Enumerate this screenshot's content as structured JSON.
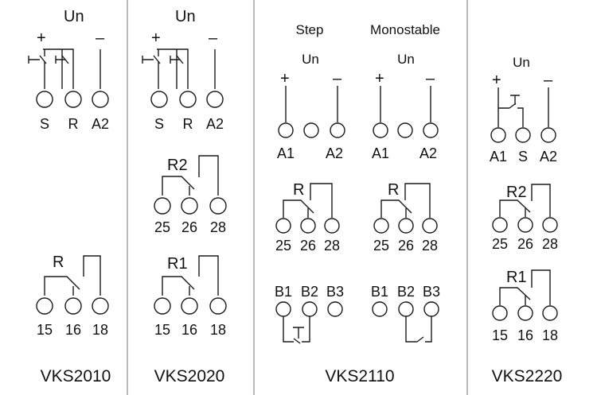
{
  "colors": {
    "background": "#ffffff",
    "ink": "#111111",
    "separator": "#8a8a8a"
  },
  "sections": {
    "vks2010": {
      "model": "VKS2010",
      "supply": "Un",
      "plus": "+",
      "minus": "–",
      "pins_top": [
        "S",
        "R",
        "A2"
      ],
      "relay": "R",
      "pins_relay": [
        "15",
        "16",
        "18"
      ]
    },
    "vks2020": {
      "model": "VKS2020",
      "supply": "Un",
      "plus": "+",
      "minus": "–",
      "pins_top": [
        "S",
        "R",
        "A2"
      ],
      "relay2": "R2",
      "pins_relay2": [
        "25",
        "26",
        "28"
      ],
      "relay1": "R1",
      "pins_relay1": [
        "15",
        "16",
        "18"
      ]
    },
    "vks2110": {
      "model": "VKS2110",
      "step": {
        "heading": "Step",
        "supply": "Un",
        "plus": "+",
        "minus": "–",
        "pins_top": [
          "A1",
          "A2"
        ],
        "relay": "R",
        "pins_relay": [
          "25",
          "26",
          "28"
        ],
        "pins_b": [
          "B1",
          "B2",
          "B3"
        ]
      },
      "mono": {
        "heading": "Monostable",
        "supply": "Un",
        "plus": "+",
        "minus": "–",
        "pins_top": [
          "A1",
          "A2"
        ],
        "relay": "R",
        "pins_relay": [
          "25",
          "26",
          "28"
        ],
        "pins_b": [
          "B1",
          "B2",
          "B3"
        ]
      }
    },
    "vks2220": {
      "model": "VKS2220",
      "supply": "Un",
      "plus": "+",
      "minus": "–",
      "pins_top": [
        "A1",
        "S",
        "A2"
      ],
      "relay2": "R2",
      "pins_relay2": [
        "25",
        "26",
        "28"
      ],
      "relay1": "R1",
      "pins_relay1": [
        "15",
        "16",
        "18"
      ]
    }
  }
}
